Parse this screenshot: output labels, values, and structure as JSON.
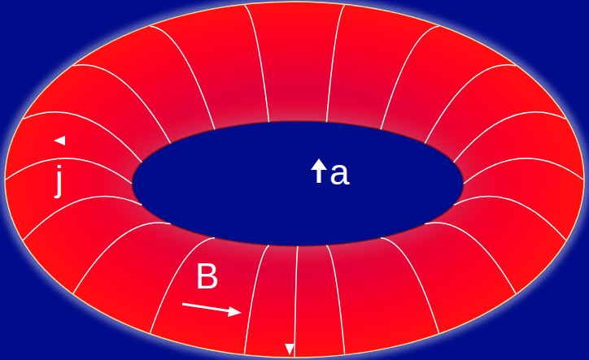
{
  "diagram": {
    "labels": [
      "j",
      "a",
      "B"
    ]
  }
}
